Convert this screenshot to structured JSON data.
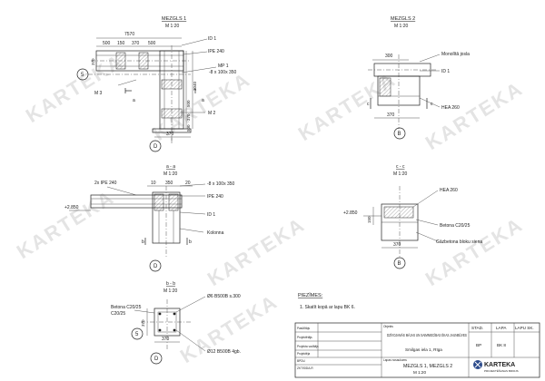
{
  "details": {
    "mezgls1": {
      "title": "MEZGLS 1",
      "scale": "M 1:20"
    },
    "mezgls2": {
      "title": "MEZGLS 2",
      "scale": "M 1:20"
    },
    "sec_aa": {
      "title": "a - a",
      "scale": "M 1:20"
    },
    "sec_cc": {
      "title": "c - c",
      "scale": "M 1:20"
    },
    "sec_bb": {
      "title": "b - b",
      "scale": "M 1:20"
    }
  },
  "labels": {
    "m1_dims": [
      "7570",
      "500",
      "150",
      "370",
      "500"
    ],
    "m1_side_dims": [
      "370",
      "3040",
      "500",
      "370",
      "500"
    ],
    "m1_bottom_dim": "370",
    "m1_callouts": [
      "ID 1",
      "IPE 240",
      "MP 1",
      "-8 x 100x 350",
      "M 3",
      "M 2",
      "a",
      "a"
    ],
    "m2_dims": [
      "300",
      "370"
    ],
    "m2_callouts": [
      "Monolītā josla",
      "ID 1",
      "HEA 260",
      "c",
      "c"
    ],
    "aa_dims": [
      "10",
      "350",
      "20"
    ],
    "aa_callouts": [
      "2x IPE 240",
      "-8 x 100x 350",
      "IPE 240",
      "ID 1",
      "Kolonna",
      "+2.850",
      "b",
      "b"
    ],
    "cc_dims": [
      "150",
      "370"
    ],
    "cc_callouts": [
      "HEA 260",
      "Betona C20/25",
      "Gāzbetona bloku siena",
      "+2.850"
    ],
    "bb_dims": [
      "370",
      "370"
    ],
    "bb_callouts": [
      "Betona C20/25",
      "Ø6 B500B s.300",
      "Ø12 B500B 4gb."
    ],
    "axis_5": "5",
    "axis_d": "D",
    "axis_b": "B"
  },
  "notes": {
    "heading": "PIEZĪMES:",
    "items": [
      "1. Skatīt kopā ar lapu BK 6."
    ]
  },
  "title_block": {
    "row_labels": [
      "Pasūtītājs",
      "Projektētājs",
      "Projekta vadītājs",
      "Projektēja",
      "BPDU",
      "ZKT/SIDA-R"
    ],
    "objekts_label": "Objekts",
    "project_title": "DZĪVOJAMĀS MĀJAS UN SAIMNIECĪBAS ĒKAS JAUNBŪVES",
    "address": "Smilgas iela 1, Rīga",
    "sheet_title_label": "Lapas nosaukums",
    "sheet_title": "MEZGLS 1, MEZGLS 2",
    "sheet_scale": "M 1:20",
    "headers": [
      "STAD.",
      "LAPA",
      "LAPU SK."
    ],
    "values": [
      "BP",
      "BK 8",
      ""
    ],
    "logo_text": "KARTEKA",
    "logo_sub": "PROJEKTĒŠANAS BIROJS"
  },
  "watermark": "KARTEKA"
}
